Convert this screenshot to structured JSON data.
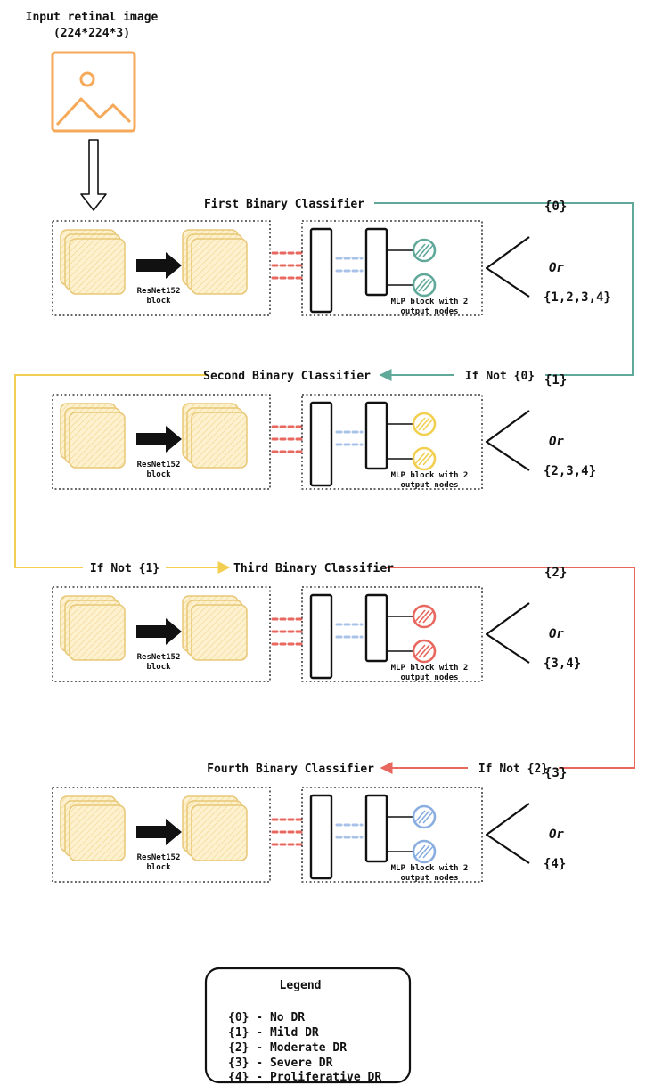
{
  "input": {
    "title_line1": "Input retinal image",
    "title_line2": "(224*224*3)",
    "icon": "image-icon",
    "icon_color": "#f5a959"
  },
  "classifiers": [
    {
      "title": "First Binary Classifier",
      "color": "#5fa89a",
      "resnet_label_1": "ResNet152",
      "resnet_label_2": "block",
      "mlp_label_1": "MLP block with 2",
      "mlp_label_2": "output nodes",
      "output_a": "{0}",
      "or_label": "Or",
      "output_b": "{1,2,3,4}"
    },
    {
      "title": "Second Binary Classifier",
      "color": "#f2cf50",
      "resnet_label_1": "ResNet152",
      "resnet_label_2": "block",
      "mlp_label_1": "MLP block with 2",
      "mlp_label_2": "output nodes",
      "output_a": "{1}",
      "or_label": "Or",
      "output_b": "{2,3,4}"
    },
    {
      "title": "Third Binary Classifier",
      "color": "#e8675f",
      "resnet_label_1": "ResNet152",
      "resnet_label_2": "block",
      "mlp_label_1": "MLP block with 2",
      "mlp_label_2": "output nodes",
      "output_a": "{2}",
      "or_label": "Or",
      "output_b": "{3,4}"
    },
    {
      "title": "Fourth Binary Classifier",
      "color": "#8aaee0",
      "resnet_label_1": "ResNet152",
      "resnet_label_2": "block",
      "mlp_label_1": "MLP block with 2",
      "mlp_label_2": "output nodes",
      "output_a": "{3}",
      "or_label": "Or",
      "output_b": "{4}"
    }
  ],
  "conditions": {
    "if_not_0": "If Not {0}",
    "if_not_1": "If Not {1}",
    "if_not_2": "If Not {2}"
  },
  "legend": {
    "title": "Legend",
    "items": [
      "{0} - No DR",
      "{1} - Mild DR",
      "{2} - Moderate DR",
      "{3} - Severe DR",
      "{4} - Proliferative DR"
    ]
  },
  "colors": {
    "layer_fill": "#fbe8b6",
    "layer_stroke": "#e8c777",
    "connector_red": "#e8675f",
    "connector_blue": "#a9c3e8",
    "ink": "#111111"
  }
}
